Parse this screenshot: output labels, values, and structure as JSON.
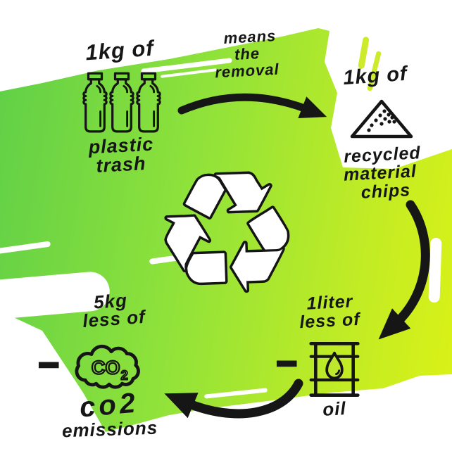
{
  "palette": {
    "paint_start": "#5ecf48",
    "paint_mid": "#8fe23a",
    "paint_end": "#dcf215",
    "ink": "#161616",
    "paper": "#ffffff"
  },
  "plastic_node": {
    "amount": "1kg of",
    "label_line1": "plastic",
    "label_line2": "trash"
  },
  "transition": {
    "line1": "means",
    "line2": "the",
    "line3": "removal"
  },
  "chips_node": {
    "amount": "1kg of",
    "label_line1": "recycled",
    "label_line2": "material",
    "label_line3": "chips"
  },
  "oil_node": {
    "amount_line1": "1liter",
    "amount_line2": "less of",
    "minus": "−",
    "label": "oil"
  },
  "co2_node": {
    "amount_line1": "5kg",
    "amount_line2": "less of",
    "minus": "−",
    "badge_main": "CO",
    "badge_sub": "2",
    "label_script": "co2",
    "label_line2": "emissions"
  },
  "center_icon": {
    "glyph": "♻"
  }
}
